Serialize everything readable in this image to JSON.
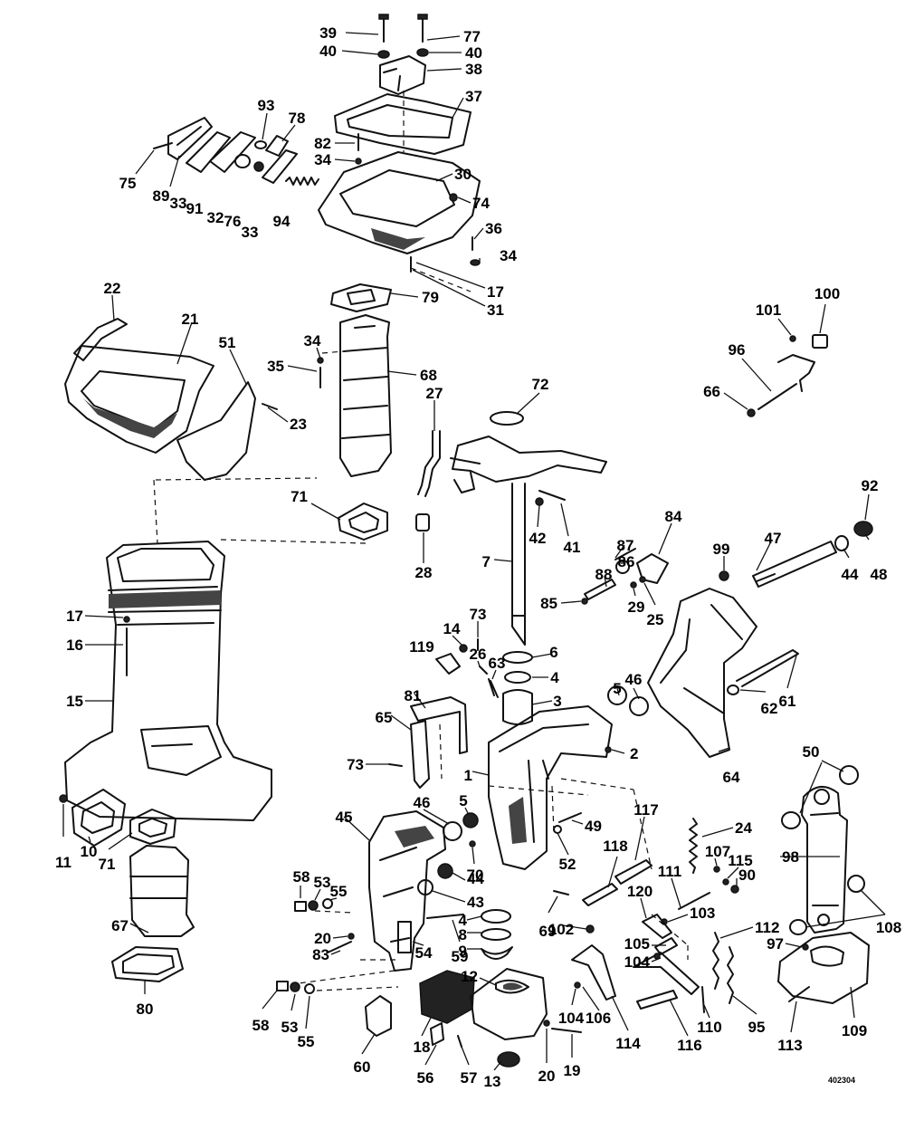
{
  "reference_code": "402304",
  "callouts": [
    {
      "id": "c-39",
      "label": "39",
      "anchor": "end"
    },
    {
      "id": "c-77",
      "label": "77",
      "anchor": "start"
    },
    {
      "id": "c-40a",
      "label": "40",
      "anchor": "end"
    },
    {
      "id": "c-40b",
      "label": "40",
      "anchor": "start"
    },
    {
      "id": "c-38",
      "label": "38",
      "anchor": "start"
    },
    {
      "id": "c-37",
      "label": "37",
      "anchor": "start"
    },
    {
      "id": "c-93",
      "label": "93",
      "anchor": "middle"
    },
    {
      "id": "c-78",
      "label": "78",
      "anchor": "middle"
    },
    {
      "id": "c-82",
      "label": "82",
      "anchor": "end"
    },
    {
      "id": "c-34a",
      "label": "34",
      "anchor": "end"
    },
    {
      "id": "c-30",
      "label": "30",
      "anchor": "start"
    },
    {
      "id": "c-75",
      "label": "75",
      "anchor": "middle"
    },
    {
      "id": "c-89",
      "label": "89",
      "anchor": "middle"
    },
    {
      "id": "c-33a",
      "label": "33",
      "anchor": "middle"
    },
    {
      "id": "c-91",
      "label": "91",
      "anchor": "middle"
    },
    {
      "id": "c-32",
      "label": "32",
      "anchor": "middle"
    },
    {
      "id": "c-76",
      "label": "76",
      "anchor": "middle"
    },
    {
      "id": "c-33b",
      "label": "33",
      "anchor": "middle"
    },
    {
      "id": "c-94",
      "label": "94",
      "anchor": "middle"
    },
    {
      "id": "c-74",
      "label": "74",
      "anchor": "start"
    },
    {
      "id": "c-36",
      "label": "36",
      "anchor": "start"
    },
    {
      "id": "c-34b",
      "label": "34",
      "anchor": "start"
    },
    {
      "id": "c-17a",
      "label": "17",
      "anchor": "start"
    },
    {
      "id": "c-31",
      "label": "31",
      "anchor": "start"
    },
    {
      "id": "c-22",
      "label": "22",
      "anchor": "middle"
    },
    {
      "id": "c-21",
      "label": "21",
      "anchor": "middle"
    },
    {
      "id": "c-51",
      "label": "51",
      "anchor": "middle"
    },
    {
      "id": "c-23",
      "label": "23",
      "anchor": "start"
    },
    {
      "id": "c-79",
      "label": "79",
      "anchor": "start"
    },
    {
      "id": "c-34c",
      "label": "34",
      "anchor": "middle"
    },
    {
      "id": "c-35",
      "label": "35",
      "anchor": "end"
    },
    {
      "id": "c-68",
      "label": "68",
      "anchor": "start"
    },
    {
      "id": "c-27",
      "label": "27",
      "anchor": "middle"
    },
    {
      "id": "c-72",
      "label": "72",
      "anchor": "middle"
    },
    {
      "id": "c-71a",
      "label": "71",
      "anchor": "end"
    },
    {
      "id": "c-28",
      "label": "28",
      "anchor": "middle"
    },
    {
      "id": "c-42",
      "label": "42",
      "anchor": "middle"
    },
    {
      "id": "c-41",
      "label": "41",
      "anchor": "middle"
    },
    {
      "id": "c-7",
      "label": "7",
      "anchor": "end"
    },
    {
      "id": "c-100",
      "label": "100",
      "anchor": "middle"
    },
    {
      "id": "c-101",
      "label": "101",
      "anchor": "middle"
    },
    {
      "id": "c-96",
      "label": "96",
      "anchor": "middle"
    },
    {
      "id": "c-66",
      "label": "66",
      "anchor": "end"
    },
    {
      "id": "c-92",
      "label": "92",
      "anchor": "middle"
    },
    {
      "id": "c-84",
      "label": "84",
      "anchor": "middle"
    },
    {
      "id": "c-87",
      "label": "87",
      "anchor": "middle"
    },
    {
      "id": "c-86",
      "label": "86",
      "anchor": "middle"
    },
    {
      "id": "c-88",
      "label": "88",
      "anchor": "middle"
    },
    {
      "id": "c-85",
      "label": "85",
      "anchor": "end"
    },
    {
      "id": "c-29",
      "label": "29",
      "anchor": "middle"
    },
    {
      "id": "c-25",
      "label": "25",
      "anchor": "middle"
    },
    {
      "id": "c-99",
      "label": "99",
      "anchor": "middle"
    },
    {
      "id": "c-47",
      "label": "47",
      "anchor": "middle"
    },
    {
      "id": "c-44a",
      "label": "44",
      "anchor": "middle"
    },
    {
      "id": "c-48",
      "label": "48",
      "anchor": "middle"
    },
    {
      "id": "c-17b",
      "label": "17",
      "anchor": "end"
    },
    {
      "id": "c-16",
      "label": "16",
      "anchor": "end"
    },
    {
      "id": "c-15",
      "label": "15",
      "anchor": "end"
    },
    {
      "id": "c-73a",
      "label": "73",
      "anchor": "middle"
    },
    {
      "id": "c-14",
      "label": "14",
      "anchor": "middle"
    },
    {
      "id": "c-119",
      "label": "119",
      "anchor": "middle"
    },
    {
      "id": "c-6",
      "label": "6",
      "anchor": "middle"
    },
    {
      "id": "c-26",
      "label": "26",
      "anchor": "middle"
    },
    {
      "id": "c-63",
      "label": "63",
      "anchor": "middle"
    },
    {
      "id": "c-4a",
      "label": "4",
      "anchor": "middle"
    },
    {
      "id": "c-3",
      "label": "3",
      "anchor": "middle"
    },
    {
      "id": "c-5a",
      "label": "5",
      "anchor": "middle"
    },
    {
      "id": "c-46a",
      "label": "46",
      "anchor": "middle"
    },
    {
      "id": "c-61",
      "label": "61",
      "anchor": "middle"
    },
    {
      "id": "c-81",
      "label": "81",
      "anchor": "middle"
    },
    {
      "id": "c-65",
      "label": "65",
      "anchor": "middle"
    },
    {
      "id": "c-2",
      "label": "2",
      "anchor": "start"
    },
    {
      "id": "c-62",
      "label": "62",
      "anchor": "middle"
    },
    {
      "id": "c-73b",
      "label": "73",
      "anchor": "end"
    },
    {
      "id": "c-1",
      "label": "1",
      "anchor": "end"
    },
    {
      "id": "c-64",
      "label": "64",
      "anchor": "middle"
    },
    {
      "id": "c-50",
      "label": "50",
      "anchor": "middle"
    },
    {
      "id": "c-5b",
      "label": "5",
      "anchor": "middle"
    },
    {
      "id": "c-46b",
      "label": "46",
      "anchor": "middle"
    },
    {
      "id": "c-45",
      "label": "45",
      "anchor": "middle"
    },
    {
      "id": "c-49",
      "label": "49",
      "anchor": "start"
    },
    {
      "id": "c-117",
      "label": "117",
      "anchor": "middle"
    },
    {
      "id": "c-24",
      "label": "24",
      "anchor": "start"
    },
    {
      "id": "c-11",
      "label": "11",
      "anchor": "middle"
    },
    {
      "id": "c-10",
      "label": "10",
      "anchor": "middle"
    },
    {
      "id": "c-71b",
      "label": "71",
      "anchor": "middle"
    },
    {
      "id": "c-70",
      "label": "70",
      "anchor": "middle"
    },
    {
      "id": "c-52",
      "label": "52",
      "anchor": "middle"
    },
    {
      "id": "c-118",
      "label": "118",
      "anchor": "middle"
    },
    {
      "id": "c-107",
      "label": "107",
      "anchor": "middle"
    },
    {
      "id": "c-115",
      "label": "115",
      "anchor": "middle"
    },
    {
      "id": "c-98",
      "label": "98",
      "anchor": "start"
    },
    {
      "id": "c-90",
      "label": "90",
      "anchor": "start"
    },
    {
      "id": "c-44b",
      "label": "44",
      "anchor": "start"
    },
    {
      "id": "c-43",
      "label": "43",
      "anchor": "start"
    },
    {
      "id": "c-58a",
      "label": "58",
      "anchor": "middle"
    },
    {
      "id": "c-53a",
      "label": "53",
      "anchor": "middle"
    },
    {
      "id": "c-55a",
      "label": "55",
      "anchor": "middle"
    },
    {
      "id": "c-69",
      "label": "69",
      "anchor": "middle"
    },
    {
      "id": "c-111",
      "label": "111",
      "anchor": "middle"
    },
    {
      "id": "c-103",
      "label": "103",
      "anchor": "start"
    },
    {
      "id": "c-120",
      "label": "120",
      "anchor": "middle"
    },
    {
      "id": "c-67",
      "label": "67",
      "anchor": "end"
    },
    {
      "id": "c-102",
      "label": "102",
      "anchor": "middle"
    },
    {
      "id": "c-4b",
      "label": "4",
      "anchor": "end"
    },
    {
      "id": "c-8",
      "label": "8",
      "anchor": "end"
    },
    {
      "id": "c-9",
      "label": "9",
      "anchor": "end"
    },
    {
      "id": "c-20a",
      "label": "20",
      "anchor": "end"
    },
    {
      "id": "c-83",
      "label": "83",
      "anchor": "end"
    },
    {
      "id": "c-54",
      "label": "54",
      "anchor": "middle"
    },
    {
      "id": "c-59",
      "label": "59",
      "anchor": "middle"
    },
    {
      "id": "c-112",
      "label": "112",
      "anchor": "start"
    },
    {
      "id": "c-108",
      "label": "108",
      "anchor": "middle"
    },
    {
      "id": "c-105",
      "label": "105",
      "anchor": "end"
    },
    {
      "id": "c-104a",
      "label": "104",
      "anchor": "end"
    },
    {
      "id": "c-97",
      "label": "97",
      "anchor": "end"
    },
    {
      "id": "c-80",
      "label": "80",
      "anchor": "middle"
    },
    {
      "id": "c-12",
      "label": "12",
      "anchor": "end"
    },
    {
      "id": "c-58b",
      "label": "58",
      "anchor": "middle"
    },
    {
      "id": "c-53b",
      "label": "53",
      "anchor": "middle"
    },
    {
      "id": "c-55b",
      "label": "55",
      "anchor": "middle"
    },
    {
      "id": "c-104b",
      "label": "104",
      "anchor": "middle"
    },
    {
      "id": "c-106",
      "label": "106",
      "anchor": "middle"
    },
    {
      "id": "c-110",
      "label": "110",
      "anchor": "middle"
    },
    {
      "id": "c-95",
      "label": "95",
      "anchor": "middle"
    },
    {
      "id": "c-113",
      "label": "113",
      "anchor": "middle"
    },
    {
      "id": "c-109",
      "label": "109",
      "anchor": "middle"
    },
    {
      "id": "c-114",
      "label": "114",
      "anchor": "middle"
    },
    {
      "id": "c-116",
      "label": "116",
      "anchor": "middle"
    },
    {
      "id": "c-18",
      "label": "18",
      "anchor": "middle"
    },
    {
      "id": "c-60",
      "label": "60",
      "anchor": "middle"
    },
    {
      "id": "c-56",
      "label": "56",
      "anchor": "middle"
    },
    {
      "id": "c-57",
      "label": "57",
      "anchor": "middle"
    },
    {
      "id": "c-13",
      "label": "13",
      "anchor": "middle"
    },
    {
      "id": "c-20b",
      "label": "20",
      "anchor": "middle"
    },
    {
      "id": "c-19",
      "label": "19",
      "anchor": "middle"
    }
  ]
}
